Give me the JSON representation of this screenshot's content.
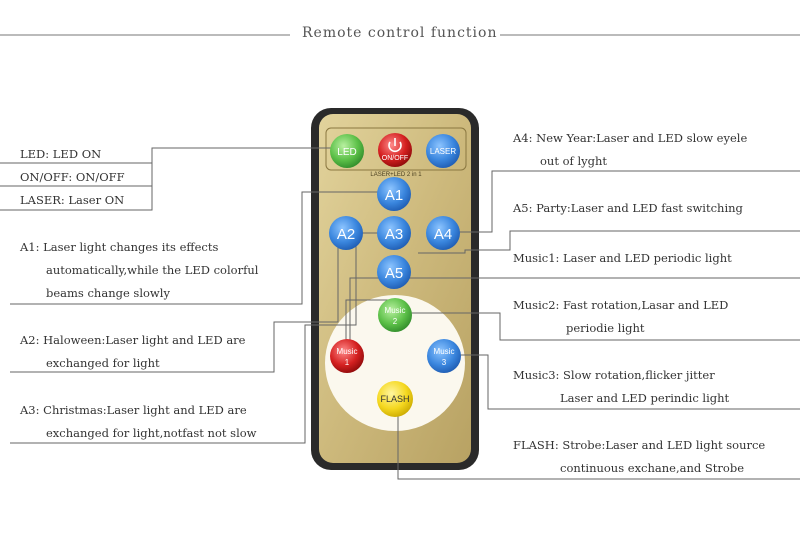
{
  "title": "Remote control function",
  "remote": {
    "top_buttons": [
      "LED",
      "ON/OFF",
      "LASER"
    ],
    "strip_label": "LASER+LED 2 in 1",
    "blue_buttons": [
      "A1",
      "A2",
      "A3",
      "A4",
      "A5"
    ],
    "music_buttons": {
      "music2": [
        "Music",
        "2"
      ],
      "music1": [
        "Music",
        "1"
      ],
      "music3": [
        "Music",
        "3"
      ]
    },
    "flash": "FLASH"
  },
  "left_labels": {
    "led": "LED: LED ON",
    "onoff": "ON/OFF: ON/OFF",
    "laser": "LASER: Laser ON",
    "a1_line1": "A1: Laser light changes its effects",
    "a1_line2": "automatically,while the LED colorful",
    "a1_line3": "beams change slowly",
    "a2_line1": "A2: Haloween:Laser light and LED are",
    "a2_line2": "exchanged for light",
    "a3_line1": "A3: Christmas:Laser light and LED are",
    "a3_line2": "exchanged for light,notfast not slow"
  },
  "right_labels": {
    "a4_line1": "A4: New Year:Laser and LED slow eyele",
    "a4_line2": "out of lyght",
    "a5": "A5: Party:Laser and LED fast switching",
    "music1": "Music1: Laser and LED periodic light",
    "music2_line1": "Music2: Fast rotation,Lasar and LED",
    "music2_line2": "periodie light",
    "music3_line1": "Music3: Slow rotation,flicker jitter",
    "music3_line2": "Laser and LED perindic light",
    "flash_line1": "FLASH: Strobe:Laser and LED light source",
    "flash_line2": "continuous exchane,and Strobe"
  }
}
